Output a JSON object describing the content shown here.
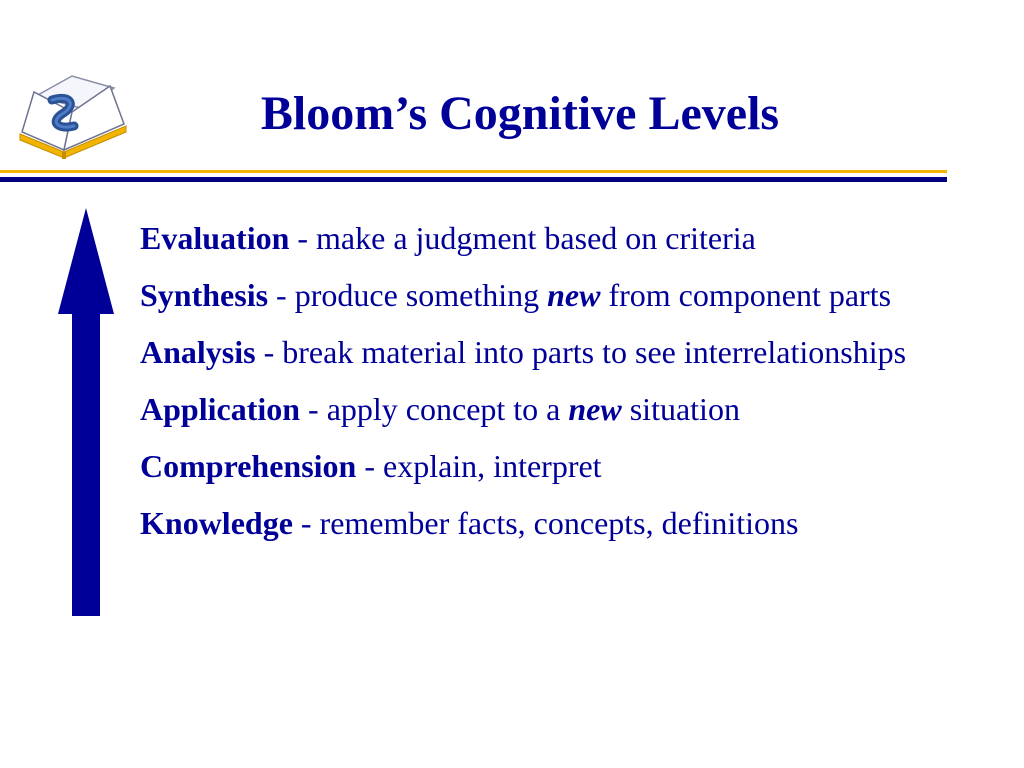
{
  "slide": {
    "title": "Bloom’s Cognitive Levels",
    "logo_icon": "open-book-icon",
    "arrow_icon": "up-arrow-icon",
    "colors": {
      "text": "#000099",
      "gold_rule": "#f2b400",
      "navy_rule": "#000080",
      "arrow": "#000099"
    }
  },
  "levels": [
    {
      "term": "Evaluation",
      "sep": " - ",
      "desc_before": "make a judgment based on criteria",
      "emph": "",
      "desc_after": ""
    },
    {
      "term": "Synthesis",
      "sep": " - ",
      "desc_before": "produce something ",
      "emph": "new",
      "desc_after": " from component parts"
    },
    {
      "term": "Analysis",
      "sep": " - ",
      "desc_before": "break material into parts to see interrelationships",
      "emph": "",
      "desc_after": ""
    },
    {
      "term": "Application",
      "sep": " - ",
      "desc_before": "apply concept to a ",
      "emph": "new",
      "desc_after": " situation"
    },
    {
      "term": "Comprehension",
      "sep": " - ",
      "desc_before": "explain, interpret",
      "emph": "",
      "desc_after": ""
    },
    {
      "term": "Knowledge",
      "sep": " - ",
      "desc_before": "remember facts, concepts, definitions",
      "emph": "",
      "desc_after": ""
    }
  ]
}
